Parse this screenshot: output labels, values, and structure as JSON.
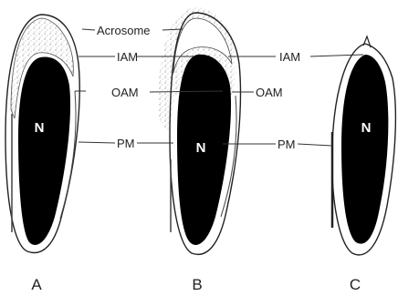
{
  "labels": {
    "acrosome": "Acrosome",
    "iam_b": "IAM",
    "oam_b": "OAM",
    "pm_b": "PM",
    "iam_c": "IAM",
    "oam_c": "OAM",
    "pm_c": "PM"
  },
  "nucleus": {
    "a": "N",
    "b": "N",
    "c": "N"
  },
  "panels": {
    "a": "A",
    "b": "B",
    "c": "C"
  }
}
